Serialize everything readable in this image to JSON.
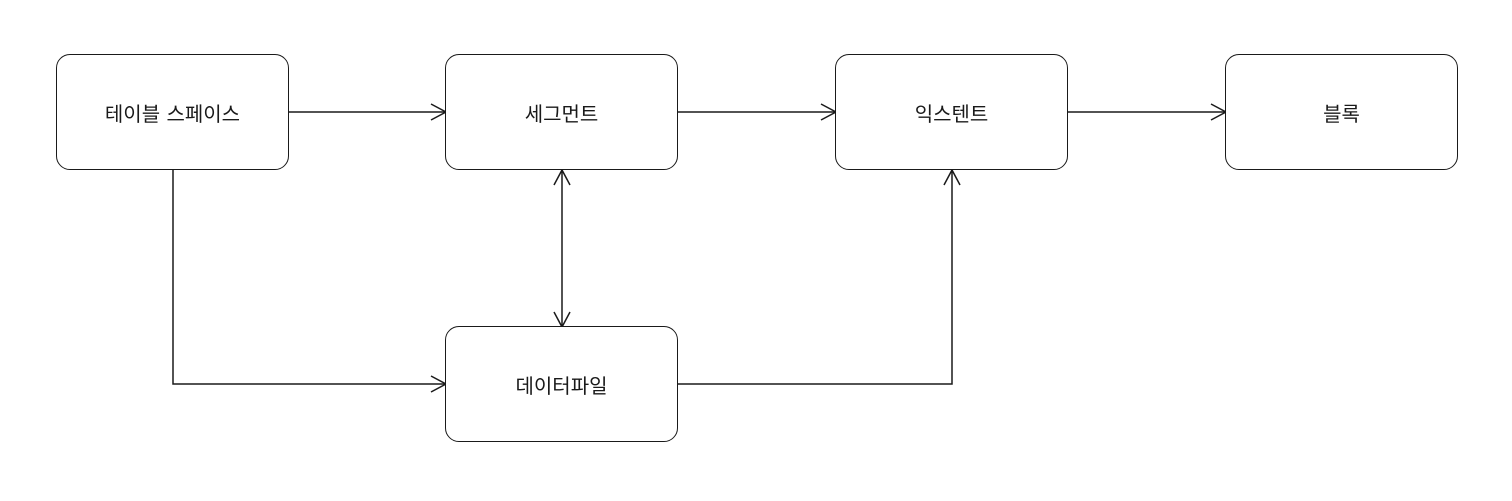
{
  "entities": {
    "tablespace": "테이블 스페이스",
    "segment": "세그먼트",
    "extent": "익스텐트",
    "block": "블록",
    "datafile": "데이터파일"
  }
}
